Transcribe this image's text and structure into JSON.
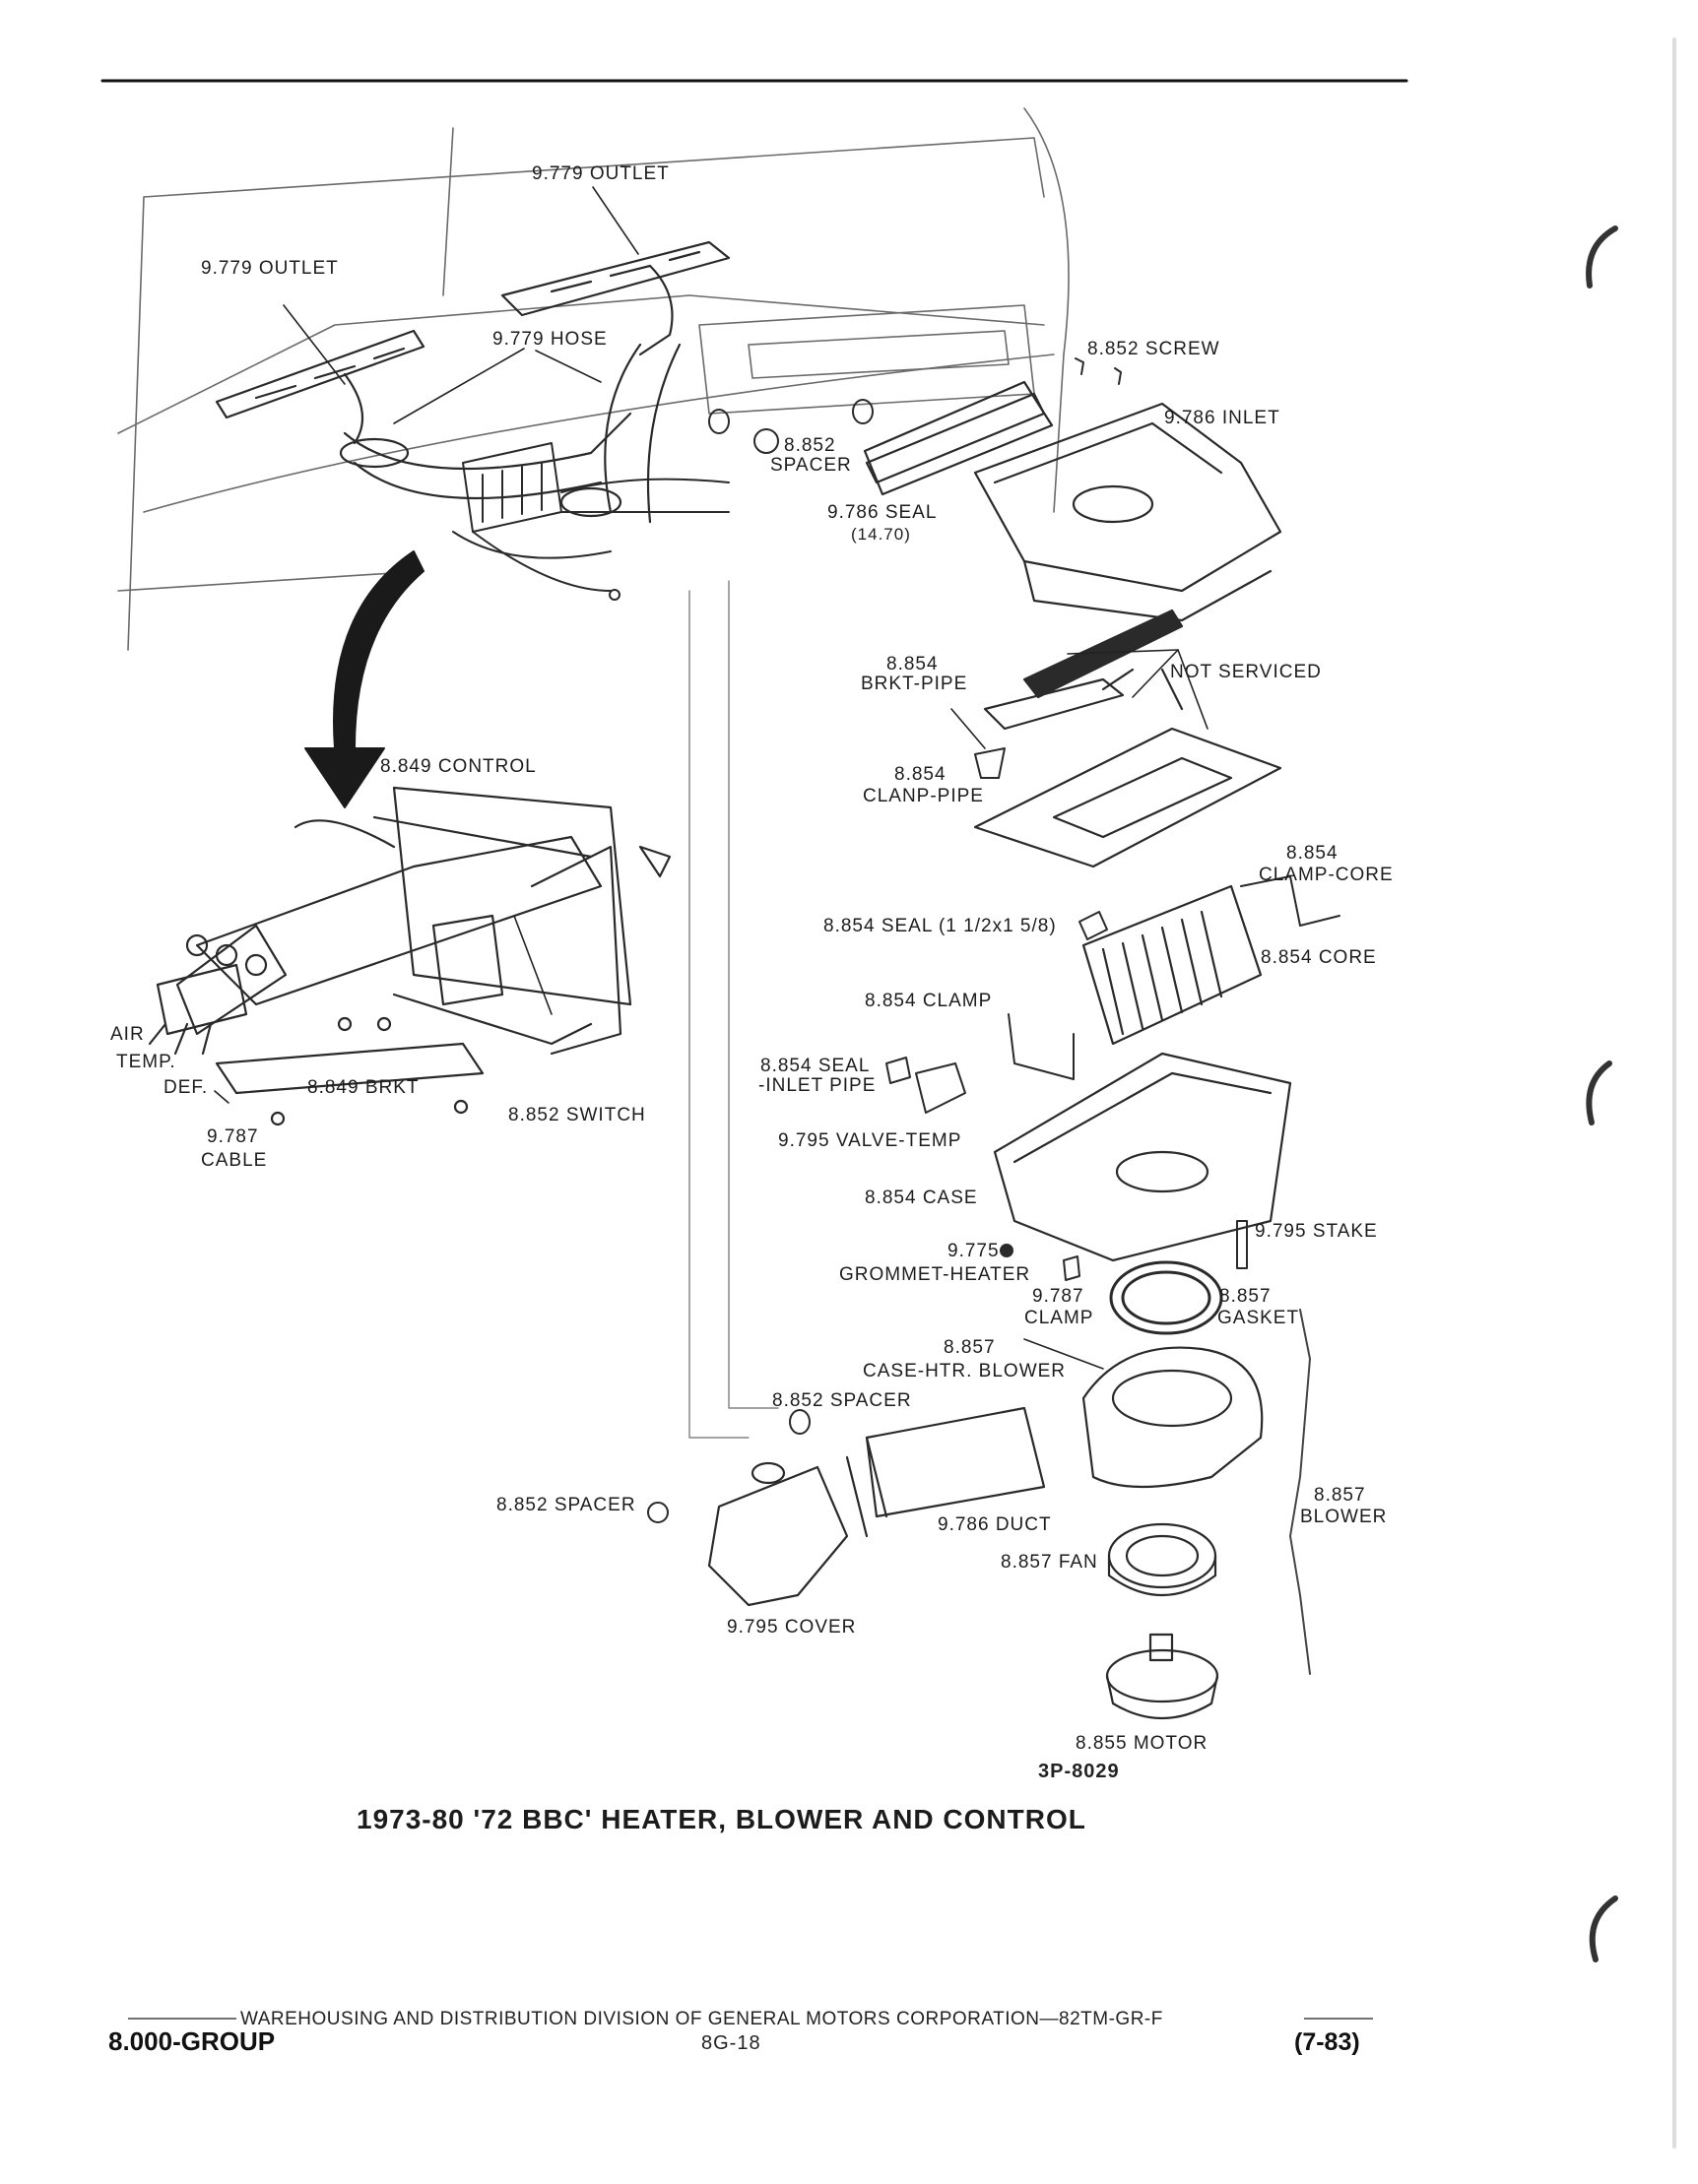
{
  "labels": {
    "outlet_upper": "9.779 OUTLET",
    "outlet_left": "9.779 OUTLET",
    "hose": "9.779 HOSE",
    "screw": "8.852 SCREW",
    "inlet": "9.786 INLET",
    "spacer_upper_num": "8.852",
    "spacer_upper_name": "SPACER",
    "seal_num": "9.786 SEAL",
    "seal_sub": "(14.70)",
    "brkt_pipe_num": "8.854",
    "brkt_pipe_name": "BRKT-PIPE",
    "not_serviced": "NOT SERVICED",
    "control": "8.849 CONTROL",
    "clamp_pipe_num": "8.854",
    "clamp_pipe_name": "CLANP-PIPE",
    "clamp_core_num": "8.854",
    "clamp_core_name": "CLAMP-CORE",
    "seal_size": "8.854 SEAL (1 1/2x1 5/8)",
    "core": "8.854 CORE",
    "clamp": "8.854 CLAMP",
    "air_temp_1": "AIR",
    "air_temp_2": "TEMP.",
    "def": "DEF.",
    "brkt": "8.849 BRKT",
    "cable_num": "9.787",
    "cable_name": "CABLE",
    "switch": "8.852 SWITCH",
    "seal_inlet_1": "8.854 SEAL",
    "seal_inlet_2": "-INLET PIPE",
    "valve_temp": "9.795 VALVE-TEMP",
    "case": "8.854 CASE",
    "stake": "9.795 STAKE",
    "grommet_num": "9.775",
    "grommet_name": "GROMMET-HEATER",
    "clamp2_num": "9.787",
    "clamp2_name": "CLAMP",
    "gasket_num": "8.857",
    "gasket_name": "GASKET",
    "case_htr_num": "8.857",
    "case_htr_name": "CASE-HTR. BLOWER",
    "spacer_mid": "8.852 SPACER",
    "spacer_left": "8.852 SPACER",
    "blower_num": "8.857",
    "blower_name": "BLOWER",
    "duct": "9.786 DUCT",
    "fan": "8.857 FAN",
    "cover": "9.795 COVER",
    "motor": "8.855 MOTOR"
  },
  "figure_number": "3P-8029",
  "caption": "1973-80 '72 BBC' HEATER, BLOWER AND CONTROL",
  "footer": {
    "division": "WAREHOUSING AND DISTRIBUTION DIVISION OF GENERAL MOTORS CORPORATION—82TM-GR-F",
    "group": "8.000-GROUP",
    "page": "8G-18",
    "date": "(7-83)"
  }
}
